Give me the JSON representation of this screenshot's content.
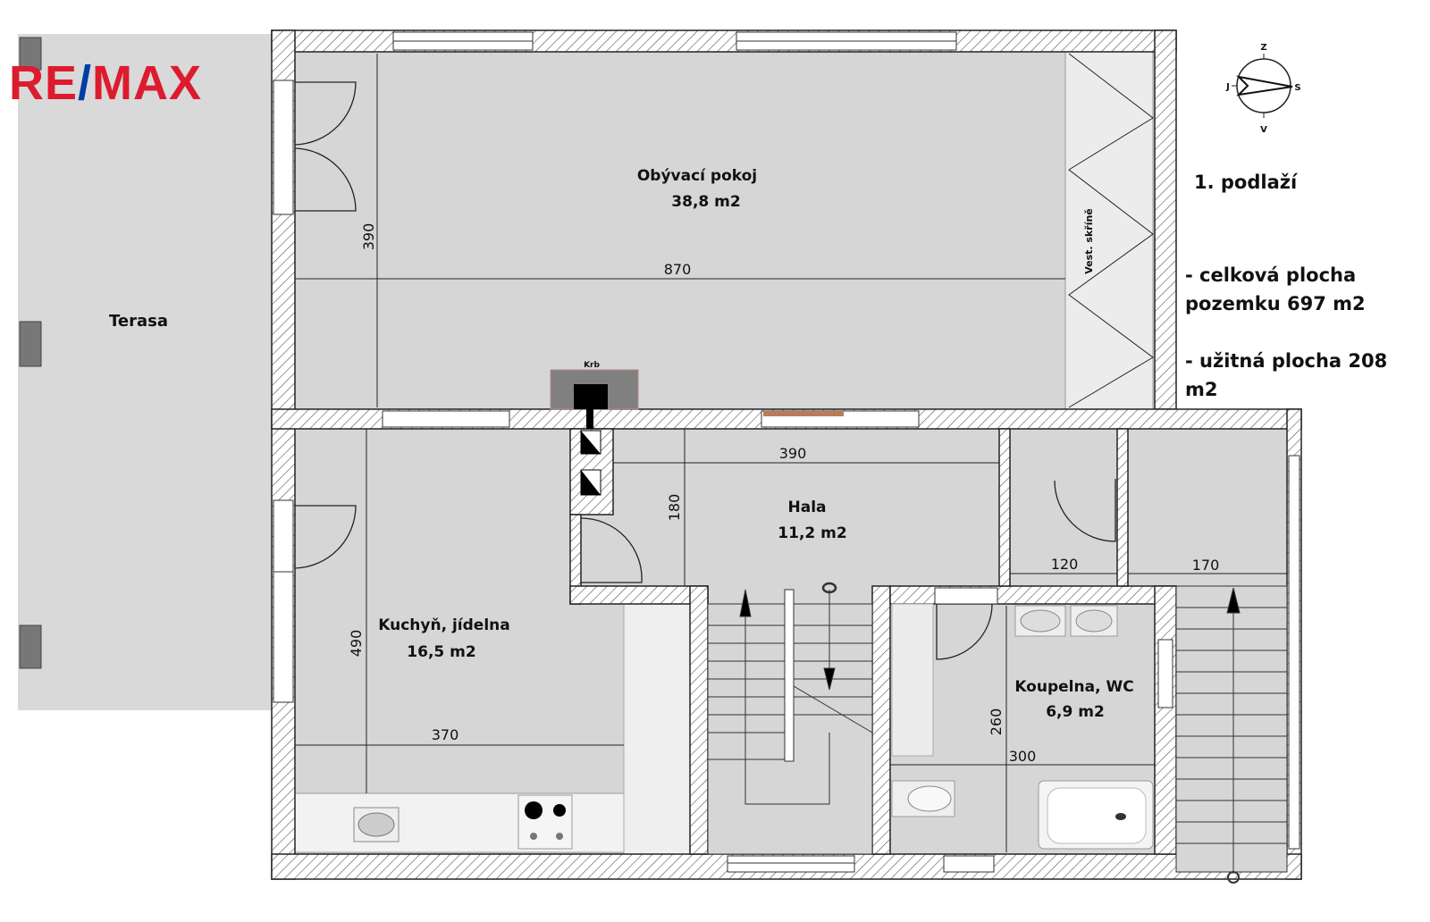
{
  "logo": {
    "part1": "RE",
    "slash": "/",
    "part2": "MAX"
  },
  "floor_title": "1. podlaží",
  "info": {
    "plot_area_line1": "- celková plocha",
    "plot_area_line2": "pozemku 697 m2",
    "usable_area_line1": "- užitná plocha 208",
    "usable_area_line2": "m2"
  },
  "compass": {
    "north": "Z",
    "south": "V",
    "west": "J",
    "east": "S"
  },
  "rooms": {
    "terrace": {
      "name": "Terasa"
    },
    "living": {
      "name": "Obývací pokoj",
      "area": "38,8 m2",
      "dim_w": "870",
      "dim_h": "390"
    },
    "wardrobe": {
      "name": "Vest. skříně"
    },
    "fireplace": {
      "name": "Krb"
    },
    "kitchen": {
      "name": "Kuchyň, jídelna",
      "area": "16,5 m2",
      "dim_w": "370",
      "dim_h": "490"
    },
    "hall": {
      "name": "Hala",
      "area": "11,2 m2",
      "dim_w": "390",
      "dim_h": "180"
    },
    "wc_small": {
      "dim_w": "120"
    },
    "storage": {
      "dim_w": "170"
    },
    "bathroom": {
      "name": "Koupelna, WC",
      "area": "6,9 m2",
      "dim_w": "300",
      "dim_h": "260"
    }
  },
  "colors": {
    "floor": "#d6d6d6",
    "terrace": "#d9d9d9",
    "brand_red": "#dc1c2e",
    "brand_blue": "#003da5"
  }
}
